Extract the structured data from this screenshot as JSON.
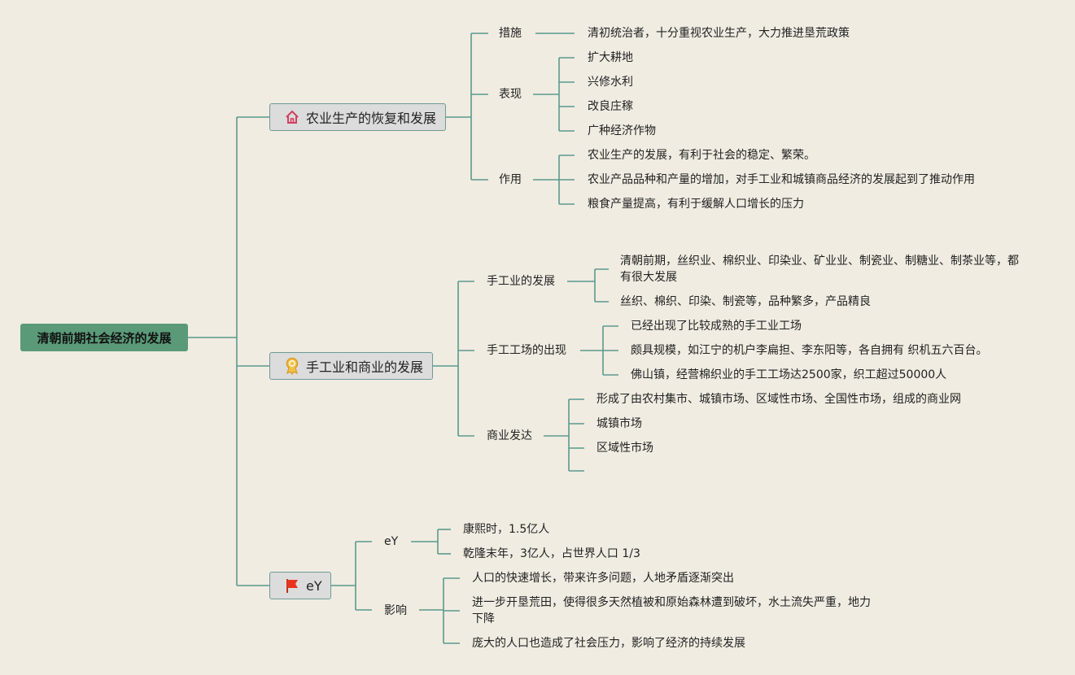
{
  "root": "清朝前期社会经济的发展",
  "branches": [
    {
      "label": "农业生产的恢复和发展",
      "icon": "house-icon",
      "children": [
        {
          "label": "措施",
          "items": [
            "清初统治者，十分重视农业生产，大力推进垦荒政策"
          ]
        },
        {
          "label": "表现",
          "items": [
            "扩大耕地",
            "兴修水利",
            "改良庄稼",
            "广种经济作物"
          ]
        },
        {
          "label": "作用",
          "items": [
            "农业生产的发展，有利于社会的稳定、繁荣。",
            "农业产品品种和产量的增加，对手工业和城镇商品经济的发展起到了推动作用",
            "粮食产量提高，有利于缓解人口增长的压力"
          ]
        }
      ]
    },
    {
      "label": "手工业和商业的发展",
      "icon": "award-medal-icon",
      "children": [
        {
          "label": "手工业的发展",
          "items": [
            "清朝前期，丝织业、棉织业、印染业、矿业业、制瓷业、制糖业、制茶业等，都有很大发展",
            "丝织、棉织、印染、制瓷等，品种繁多，产品精良"
          ]
        },
        {
          "label": "手工工场的出现",
          "items": [
            "已经出现了比较成熟的手工业工场",
            "颇具规模，如江宁的机户李扁担、李东阳等，各自拥有 织机五六百台。",
            "佛山镇，经营棉织业的手工工场达2500家，织工超过50000人"
          ]
        },
        {
          "label": "商业发达",
          "items": [
            "形成了由农村集市、城镇市场、区域性市场、全国性市场，组成的商业网",
            "城镇市场",
            "区域性市场",
            ""
          ]
        }
      ]
    },
    {
      "label": "eY",
      "icon": "red-flag-icon",
      "children": [
        {
          "label": "eY",
          "items": [
            "康熙时，1.5亿人",
            "乾隆末年，3亿人，占世界人口 1/3"
          ]
        },
        {
          "label": "影响",
          "items": [
            "人口的快速增长，带来许多问题，人地矛盾逐渐突出",
            "进一步开垦荒田，使得很多天然植被和原始森林遭到破坏，水土流失严重，地力下降",
            "庞大的人口也造成了社会压力，影响了经济的持续发展"
          ]
        }
      ]
    }
  ],
  "colors": {
    "background": "#f0ece2",
    "root": "#5a9a78",
    "connector": "#5b9a8e",
    "branch_box": "#dcdcdc"
  }
}
